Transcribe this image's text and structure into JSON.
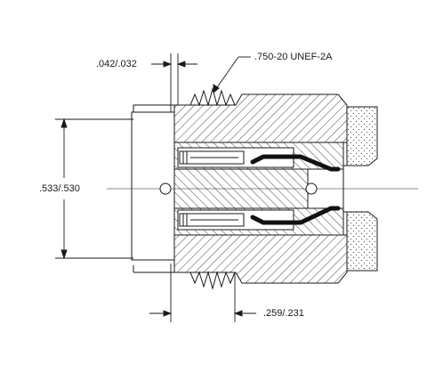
{
  "drawing": {
    "subject": "connector cross-section",
    "dimensions": {
      "thread_spec": ".750-20 UNEF-2A",
      "flange_thickness": ".042/.032",
      "body_diameter": ".533/.530",
      "thread_offset": ".259/.231"
    },
    "colors": {
      "line": "#1a1a1a",
      "hatch": "#1a1a1a",
      "background": "#ffffff",
      "contact_wire": "#111111"
    }
  }
}
